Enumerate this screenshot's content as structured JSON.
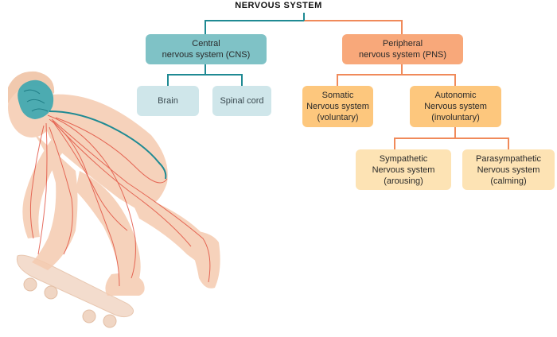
{
  "title": "NERVOUS SYSTEM",
  "cns": {
    "line1": "Central",
    "line2": "nervous system (CNS)"
  },
  "brain": "Brain",
  "spinal_cord": "Spinal cord",
  "pns": {
    "line1": "Peripheral",
    "line2": "nervous system (PNS)"
  },
  "somatic": {
    "line1": "Somatic",
    "line2": "Nervous system",
    "line3": "(voluntary)"
  },
  "autonomic": {
    "line1": "Autonomic",
    "line2": "Nervous system",
    "line3": "(involuntary)"
  },
  "sympathetic": {
    "line1": "Sympathetic",
    "line2": "Nervous system",
    "line3": "(arousing)"
  },
  "parasympathetic": {
    "line1": "Parasympathetic",
    "line2": "Nervous system",
    "line3": "(calming)"
  },
  "colors": {
    "cns": "#7fc2c6",
    "cns_child": "#cfe6ea",
    "cns_connector": "#1f8a93",
    "pns": "#f8a87a",
    "pns_child": "#fdc77d",
    "autonomic_child": "#fde3b4",
    "pns_connector": "#f08a5a",
    "figure_skin": "#f5cbb0",
    "nerve_lines": "#e04a3a",
    "brain_spine": "#3aa6b0"
  },
  "illustration": "skateboarder-with-nervous-system"
}
